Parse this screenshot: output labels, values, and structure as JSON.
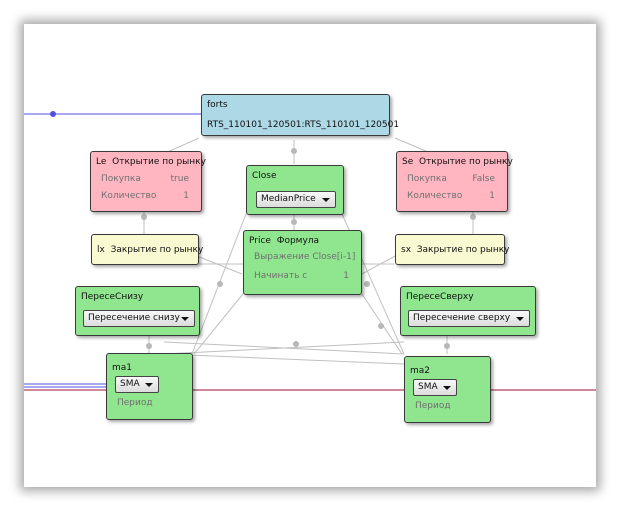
{
  "nodes": {
    "forts": {
      "title": "forts",
      "value": "RTS_110101_120501:RTS_110101_120501"
    },
    "le": {
      "name": "Le",
      "action": "Открытие по рынку",
      "rows": [
        {
          "label": "Покупка",
          "value": "true"
        },
        {
          "label": "Количество",
          "value": "1"
        }
      ]
    },
    "se": {
      "name": "Se",
      "action": "Открытие по рынку",
      "rows": [
        {
          "label": "Покупка",
          "value": "False"
        },
        {
          "label": "Количество",
          "value": "1"
        }
      ]
    },
    "close": {
      "title": "Close",
      "selected": "MedianPrice"
    },
    "lx": {
      "name": "lx",
      "action": "Закрытие по рынку"
    },
    "sx": {
      "name": "sx",
      "action": "Закрытие по рынку"
    },
    "price": {
      "name": "Price",
      "kind": "Формула",
      "rows": [
        {
          "label": "Выражение",
          "value": "Close[i-1]"
        },
        {
          "label": "Начинать с",
          "value": "1"
        }
      ]
    },
    "cross_down": {
      "title": "ПересеСнизу",
      "selected": "Пересечение снизу"
    },
    "cross_up": {
      "title": "ПересеСверху",
      "selected": "Пересечение сверху"
    },
    "ma1": {
      "title": "ma1",
      "selected": "SMA",
      "row": "Период"
    },
    "ma2": {
      "title": "ma2",
      "selected": "SMA",
      "row": "Период"
    }
  },
  "colors": {
    "node_green": "#8fe68f",
    "node_pink": "#ffb6c1",
    "node_yellow": "#fafad2",
    "node_blue": "#add8e6",
    "wire_gray": "#c0c0c0",
    "wire_blue": "#5050e0",
    "wire_red": "#a01030"
  }
}
